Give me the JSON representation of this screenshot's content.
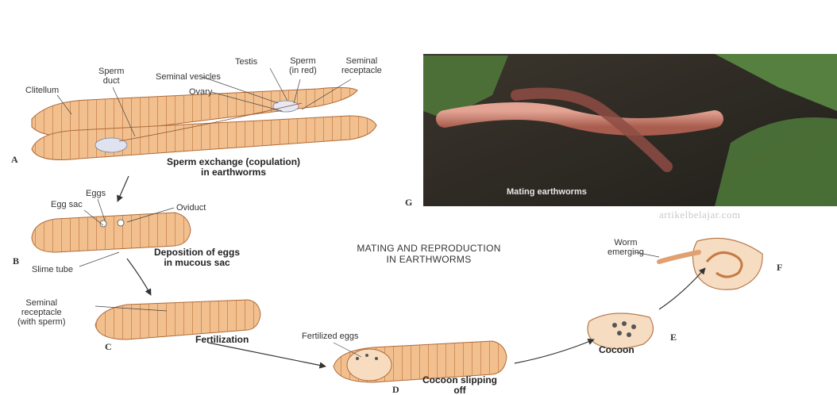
{
  "title": "MATING AND REPRODUCTION\nIN EARTHWORMS",
  "watermark": "artikelbelajar.com",
  "stages": {
    "A": {
      "letter": "A",
      "caption": "Sperm exchange (copulation)\nin earthworms"
    },
    "B": {
      "letter": "B",
      "caption": "Deposition of eggs\nin mucous sac"
    },
    "C": {
      "letter": "C",
      "caption": "Fertilization"
    },
    "D": {
      "letter": "D",
      "caption": "Cocoon slipping\noff"
    },
    "E": {
      "letter": "E",
      "caption": "Cocoon"
    },
    "F": {
      "letter": "F"
    },
    "G": {
      "letter": "G",
      "photo_caption": "Mating earthworms"
    }
  },
  "labels": {
    "clitellum": "Clitellum",
    "sperm_duct": "Sperm\nduct",
    "seminal_vesicles": "Seminal vesicles",
    "testis": "Testis",
    "sperm_in_red": "Sperm\n(in red)",
    "seminal_receptacle": "Seminal\nreceptacle",
    "ovary": "Ovary",
    "eggs": "Eggs",
    "egg_sac": "Egg sac",
    "oviduct": "Oviduct",
    "slime_tube": "Slime tube",
    "seminal_receptacle_with_sperm": "Seminal\nreceptacle\n(with sperm)",
    "fertilized_eggs": "Fertilized eggs",
    "worm_emerging": "Worm\nemerging"
  },
  "colors": {
    "worm_body": "#f2c08f",
    "worm_shadow": "#d9955c",
    "worm_ring": "#c47a45",
    "photo_soil": "#2e2a24",
    "photo_leaf": "#4f7a3a",
    "photo_worm": "#c97b6c",
    "arrow": "#333333"
  }
}
